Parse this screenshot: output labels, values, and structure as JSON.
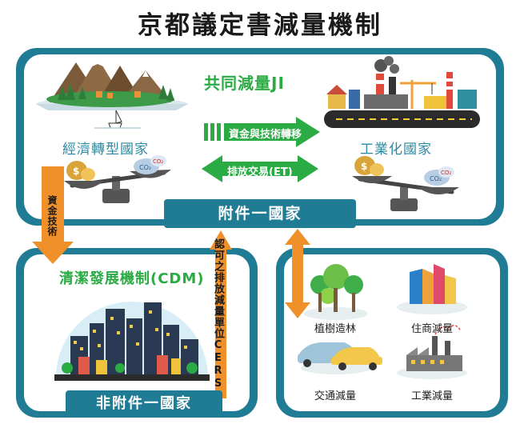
{
  "title": "京都議定書減量機制",
  "top_panel": {
    "mechanism_ji": "共同減量JI",
    "left_country": "經濟轉型國家",
    "right_country": "工業化國家",
    "arrow_funding": "資金與技術轉移",
    "arrow_trading": "排放交易(ET)",
    "co2_label": "CO₂"
  },
  "annex_banner": "附件一國家",
  "down_arrow_label": "資金技術",
  "cer_arrow_label": "認可之排放減量單位CERS",
  "cdm_panel": {
    "title": "清潔發展機制(CDM)",
    "banner": "非附件一國家"
  },
  "sectors": [
    {
      "label": "植樹造林"
    },
    {
      "label": "住商減量"
    },
    {
      "label": "交通減量"
    },
    {
      "label": "工業減量"
    }
  ],
  "colors": {
    "teal": "#1f7c94",
    "green": "#2bab43",
    "orange": "#f0902a"
  }
}
